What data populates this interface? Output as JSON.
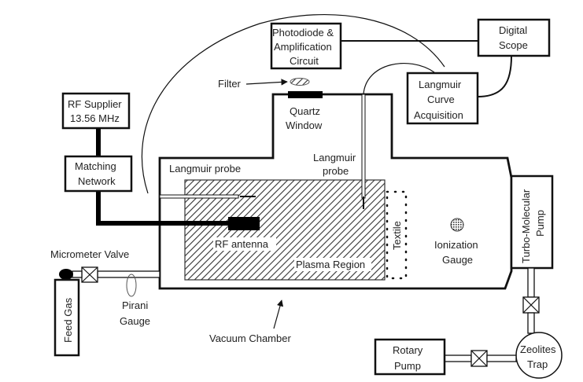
{
  "diagram": {
    "title": "RF plasma textile treatment experimental setup",
    "components": {
      "photodiode": {
        "lines": [
          "Photodiode &",
          "Amplification",
          "Circuit"
        ]
      },
      "digital_scope": {
        "lines": [
          "Digital",
          "Scope"
        ]
      },
      "langmuir_acquisition": {
        "lines": [
          "Langmuir",
          "Curve",
          "Acquisition"
        ]
      },
      "rf_supplier": {
        "lines": [
          "RF Supplier",
          "13.56 MHz"
        ]
      },
      "matching_network": {
        "lines": [
          "Matching",
          "Network"
        ]
      },
      "filter": {
        "label": "Filter"
      },
      "quartz_window": {
        "lines": [
          "Quartz",
          "Window"
        ]
      },
      "langmuir_probe_horizontal": {
        "label": "Langmuir probe"
      },
      "langmuir_probe_vertical": {
        "lines": [
          "Langmuir",
          "probe"
        ]
      },
      "rf_antenna": {
        "label": "RF antenna"
      },
      "plasma_region": {
        "label": "Plasma Region"
      },
      "textile": {
        "label": "Textile"
      },
      "ionization_gauge": {
        "lines": [
          "Ionization",
          "Gauge"
        ]
      },
      "turbo_pump": {
        "lines": [
          "Turbo-Molecular",
          "Pump"
        ]
      },
      "micrometer_valve": {
        "label": "Micrometer Valve"
      },
      "feed_gas": {
        "label": "Feed Gas"
      },
      "pirani_gauge": {
        "lines": [
          "Pirani",
          "Gauge"
        ]
      },
      "vacuum_chamber": {
        "label": "Vacuum Chamber"
      },
      "rotary_pump": {
        "lines": [
          "Rotary",
          "Pump"
        ]
      },
      "zeolites_trap": {
        "lines": [
          "Zeolites",
          "Trap"
        ]
      }
    },
    "colors": {
      "stroke": "#111111",
      "background": "#ffffff",
      "text": "#222222"
    }
  }
}
